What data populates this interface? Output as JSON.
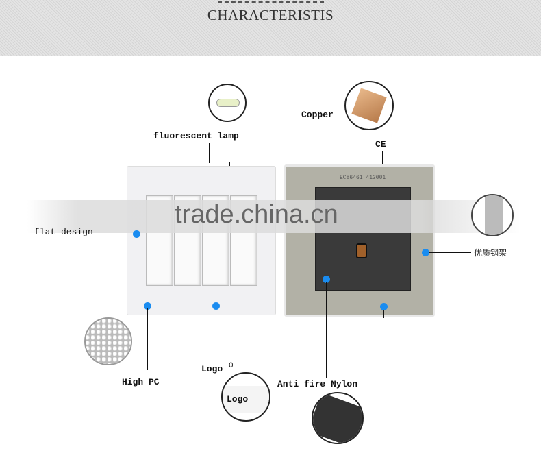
{
  "header": {
    "title": "CHARACTERISTIS"
  },
  "labels": {
    "fluorescent_lamp": "fluorescent lamp",
    "copper": "Copper",
    "ce": "CE",
    "flat_design": "flat design",
    "steel_frame": "优质钢架",
    "high_pc": "High PC",
    "logo": "Logo",
    "logo_mark": "O",
    "logo_inset": "Logo",
    "anti_fire_nylon": "Anti fire Nylon"
  },
  "product": {
    "back_code": "EC86461 413001"
  },
  "watermark": "trade.china.cn",
  "colors": {
    "dot": "#1a8cf0"
  }
}
